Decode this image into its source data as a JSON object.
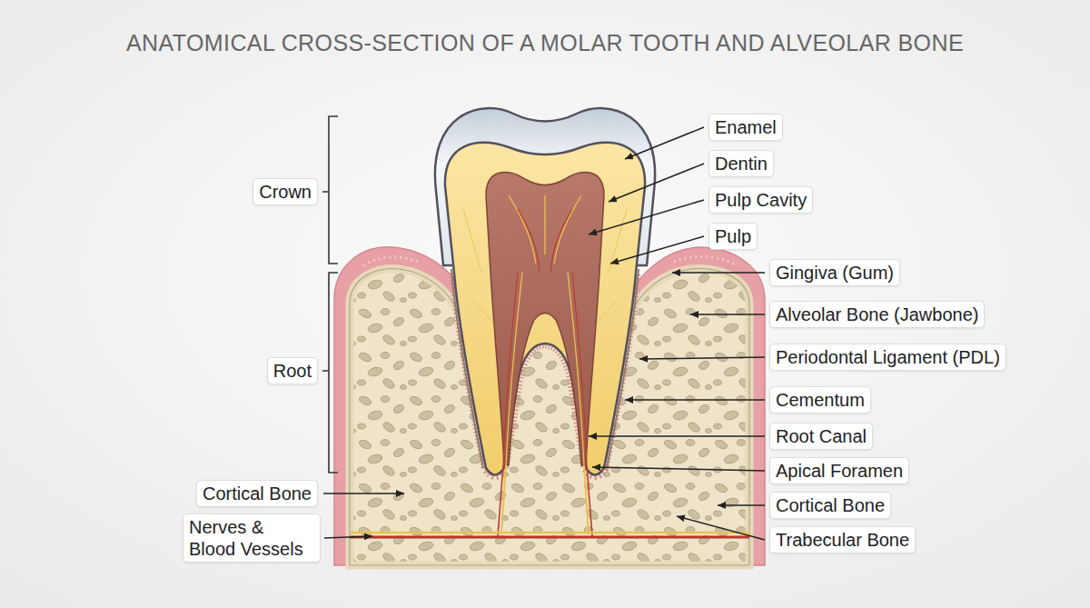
{
  "diagram": {
    "title": "ANATOMICAL CROSS-SECTION OF A MOLAR TOOTH AND ALVEOLAR BONE",
    "labels": [
      "Crown",
      "Root",
      "Cortical Bone",
      "Nerves & Blood Vessels",
      "Enamel",
      "Dentin",
      "Pulp Cavity",
      "Pulp",
      "Gingiva (Gum)",
      "Alveolar Bone (Jawbone)",
      "Periodontal Ligament (PDL)",
      "Cementum",
      "Root Canal",
      "Apical Foramen",
      "Cortical Bone",
      "Trabecular Bone"
    ]
  }
}
